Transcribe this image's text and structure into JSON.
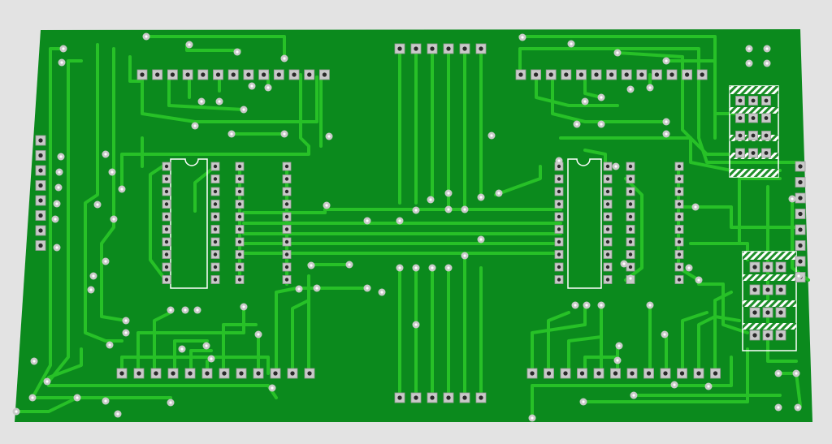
{
  "board": {
    "colors": {
      "background": "#e3e3e3",
      "substrate": "#0b8a1d",
      "copper": "#27c127",
      "pad": "#c9c9c9",
      "hole": "#ffffff",
      "silkscreen": "#ffffff",
      "hatch": "#1f8f2a"
    },
    "components": [
      "ic-dip-left",
      "ic-dip-right",
      "header-top-left-13pin",
      "header-top-right-13pin",
      "header-top-center-6pin",
      "header-bottom-center-6pin",
      "header-bottom-left-12pin",
      "header-bottom-right-12pin",
      "header-left-edge-8pin",
      "header-right-edge-8pin",
      "connector-block-upper-right",
      "connector-block-lower-right"
    ]
  }
}
